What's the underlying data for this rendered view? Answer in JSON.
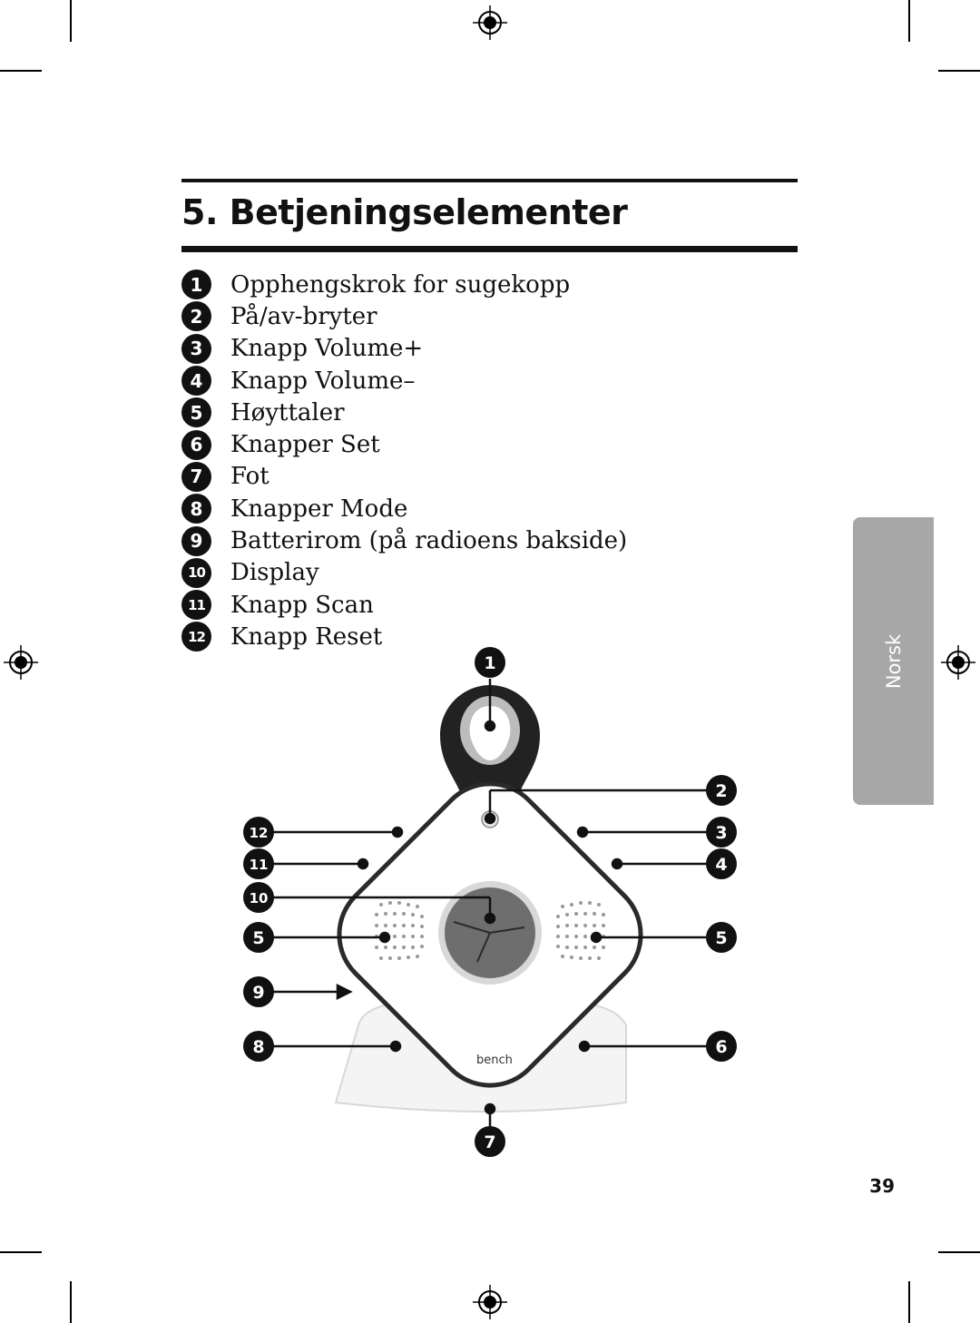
{
  "title": "5. Betjeningselementer",
  "items": [
    {
      "num": "1",
      "label": "Opphengskrok for sugekopp"
    },
    {
      "num": "2",
      "label": "På/av-bryter"
    },
    {
      "num": "3",
      "label": "Knapp Volume+"
    },
    {
      "num": "4",
      "label": "Knapp Volume–"
    },
    {
      "num": "5",
      "label": "Høyttaler"
    },
    {
      "num": "6",
      "label": "Knapper Set"
    },
    {
      "num": "7",
      "label": "Fot"
    },
    {
      "num": "8",
      "label": "Knapper Mode"
    },
    {
      "num": "9",
      "label": "Batterirom (på radioens bakside)"
    },
    {
      "num": "10",
      "label": "Display"
    },
    {
      "num": "11",
      "label": "Knapp Scan"
    },
    {
      "num": "12",
      "label": "Knapp Reset"
    }
  ],
  "side_tab": "Norsk",
  "figure": {
    "brand": "bench",
    "callouts": [
      "1",
      "2",
      "3",
      "4",
      "5",
      "5",
      "6",
      "7",
      "8",
      "9",
      "10",
      "11",
      "12"
    ]
  },
  "page_number": "39",
  "colors": {
    "text": "#111111",
    "tab": "#a7a7a7",
    "display": "#6e6e6e"
  }
}
